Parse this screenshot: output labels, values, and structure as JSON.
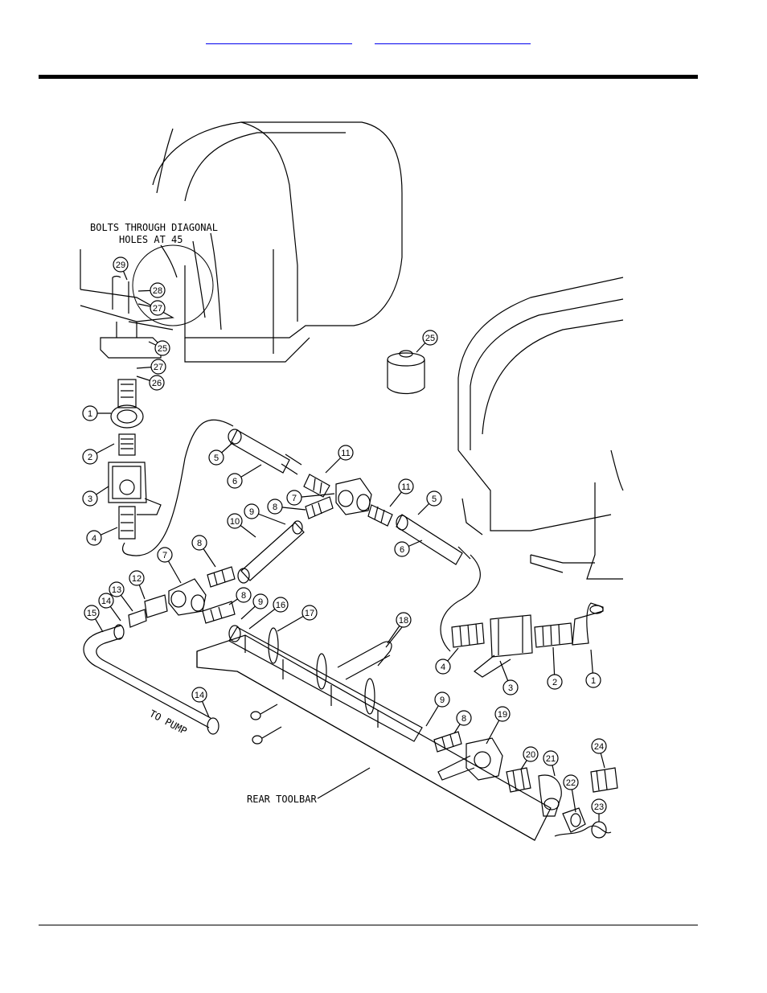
{
  "header": {
    "link_1": "",
    "link_2": ""
  },
  "diagram": {
    "annotations": {
      "bolts_line1": "BOLTS THROUGH DIAGONAL",
      "bolts_line2": "HOLES AT 45",
      "to_pump": "TO PUMP",
      "rear_toolbar": "REAR TOOLBAR"
    },
    "callouts": [
      {
        "id": "c29",
        "text": "29"
      },
      {
        "id": "c28",
        "text": "28"
      },
      {
        "id": "c27a",
        "text": "27"
      },
      {
        "id": "c25a",
        "text": "25"
      },
      {
        "id": "c27b",
        "text": "27"
      },
      {
        "id": "c26",
        "text": "26"
      },
      {
        "id": "c1a",
        "text": "1"
      },
      {
        "id": "c2a",
        "text": "2"
      },
      {
        "id": "c3a",
        "text": "3"
      },
      {
        "id": "c4a",
        "text": "4"
      },
      {
        "id": "c25b",
        "text": "25"
      },
      {
        "id": "c5a",
        "text": "5"
      },
      {
        "id": "c6a",
        "text": "6"
      },
      {
        "id": "c11a",
        "text": "11"
      },
      {
        "id": "c7a",
        "text": "7"
      },
      {
        "id": "c11b",
        "text": "11"
      },
      {
        "id": "c5b",
        "text": "5"
      },
      {
        "id": "c8a",
        "text": "8"
      },
      {
        "id": "c9a",
        "text": "9"
      },
      {
        "id": "c10",
        "text": "10"
      },
      {
        "id": "c6b",
        "text": "6"
      },
      {
        "id": "c7b",
        "text": "7"
      },
      {
        "id": "c8b",
        "text": "8"
      },
      {
        "id": "c12",
        "text": "12"
      },
      {
        "id": "c13",
        "text": "13"
      },
      {
        "id": "c14a",
        "text": "14"
      },
      {
        "id": "c15",
        "text": "15"
      },
      {
        "id": "c8c",
        "text": "8"
      },
      {
        "id": "c9b",
        "text": "9"
      },
      {
        "id": "c16",
        "text": "16"
      },
      {
        "id": "c17",
        "text": "17"
      },
      {
        "id": "c18",
        "text": "18"
      },
      {
        "id": "c4b",
        "text": "4"
      },
      {
        "id": "c3b",
        "text": "3"
      },
      {
        "id": "c2b",
        "text": "2"
      },
      {
        "id": "c1b",
        "text": "1"
      },
      {
        "id": "c14b",
        "text": "14"
      },
      {
        "id": "c9c",
        "text": "9"
      },
      {
        "id": "c8d",
        "text": "8"
      },
      {
        "id": "c19",
        "text": "19"
      },
      {
        "id": "c20",
        "text": "20"
      },
      {
        "id": "c21",
        "text": "21"
      },
      {
        "id": "c24",
        "text": "24"
      },
      {
        "id": "c22",
        "text": "22"
      },
      {
        "id": "c23",
        "text": "23"
      }
    ]
  }
}
